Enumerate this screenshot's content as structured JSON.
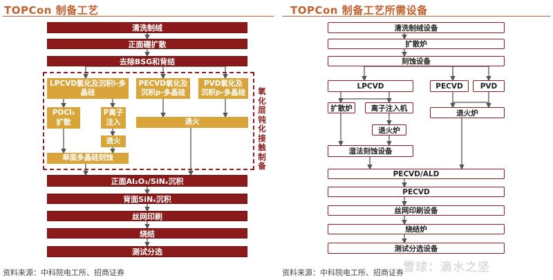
{
  "left": {
    "title": "TOPCon 制备工艺",
    "steps_top": [
      "清洗制绒",
      "正面硼扩散",
      "去除BSG和背结"
    ],
    "branches": [
      "LPCVD氧化及沉积i-多晶硅",
      "PECVD氧化及沉积p-多晶硅",
      "PVD氧化及沉积p-多晶硅"
    ],
    "sub_poc": "POCl₃扩散",
    "sub_ion": "P离子注入",
    "anneal_small": "退火",
    "anneal_big": "退火",
    "single_etch": "单面多晶硅刻蚀",
    "side_label": "氧化层钝化接触制备",
    "steps_bottom": [
      "正面Al₂O₃/SiNₓ沉积",
      "背面SiNₓ沉积",
      "丝网印刷",
      "烧结",
      "测试分选"
    ]
  },
  "right": {
    "title": "TOPCon 制备工艺所需设备",
    "equip_top": [
      "清洗制绒设备",
      "扩散炉",
      "刻蚀设备"
    ],
    "lpcvd": "LPCVD",
    "pecvd": "PECVD",
    "pvd": "PVD",
    "diffusion": "扩散炉",
    "ion_implanter": "离子注入机",
    "anneal_furnace_a": "退火炉",
    "anneal_furnace_b": "退火炉",
    "wet_etch": "湿法刻蚀设备",
    "equip_bottom": [
      "PECVD/ALD",
      "PECVD",
      "丝网印刷设备",
      "烧结炉",
      "测试分选设备"
    ]
  },
  "source_left": "资料来源：中科院电工所、招商证券",
  "source_right": "资料来源：中科院电工所、招商证券",
  "watermark": "雪球：滴水之坚",
  "colors": {
    "dark_red": "#8b1a1a",
    "gold": "#d9a53a",
    "title_orange": "#c0622f"
  }
}
